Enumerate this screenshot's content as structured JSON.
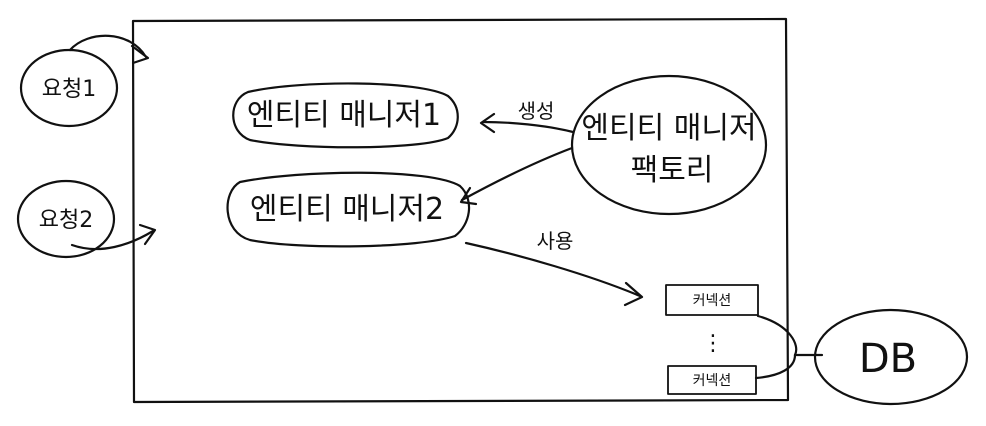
{
  "requests": [
    "요청1",
    "요청2"
  ],
  "entity_managers": [
    "엔티티 매니저1",
    "엔티티 매니저2"
  ],
  "factory": {
    "line1": "엔티티 매니저",
    "line2": "팩토리"
  },
  "edges": {
    "create": "생성",
    "use": "사용"
  },
  "connections": {
    "top": "커넥션",
    "dots": "⋮",
    "bottom": "커넥션"
  },
  "db": "DB"
}
